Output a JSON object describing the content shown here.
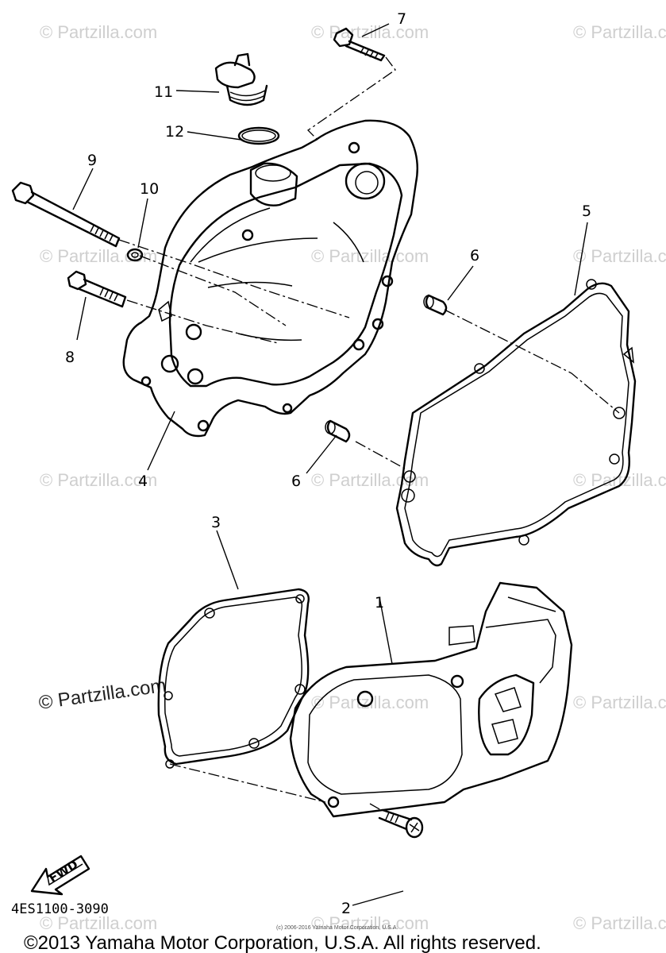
{
  "watermark": {
    "text": "© Partzilla.com",
    "main_text": "© Partzilla.com"
  },
  "callouts": {
    "c1": "1",
    "c2": "2",
    "c3": "3",
    "c4": "4",
    "c5": "5",
    "c6a": "6",
    "c6b": "6",
    "c7": "7",
    "c8": "8",
    "c9": "9",
    "c10": "10",
    "c11": "11",
    "c12": "12"
  },
  "fwd_label": "FWD",
  "part_number": "4ES1100-3090",
  "fine_print": "(c) 2006-2016 Yamaha Motor Corporation, U.S.A.",
  "copyright": "©2013 Yamaha Motor Corporation, U.S.A. All rights reserved."
}
